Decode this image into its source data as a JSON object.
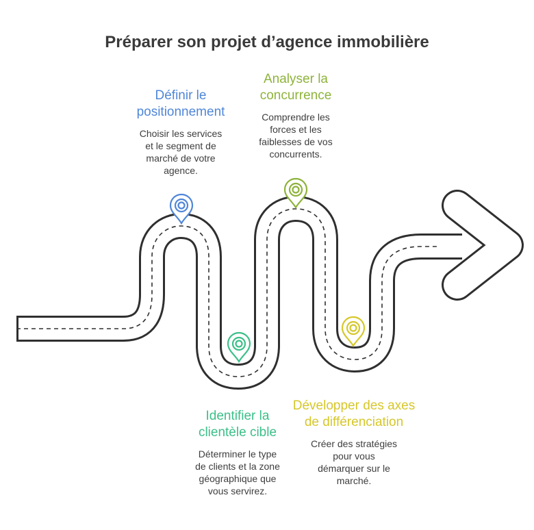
{
  "title": "Préparer son projet d’agence immobilière",
  "colors": {
    "road": "#2f2f2f",
    "step1": "#4f86d8",
    "step2": "#8db33a",
    "step3": "#3bbf88",
    "step4": "#d6c72a"
  },
  "steps": [
    {
      "heading": [
        "Définir le",
        "positionnement"
      ],
      "desc": [
        "Choisir les services",
        "et le segment de",
        "marché de votre",
        "agence."
      ],
      "icon": "location-pin-icon"
    },
    {
      "heading": [
        "Analyser la",
        "concurrence"
      ],
      "desc": [
        "Comprendre les",
        "forces et les",
        "faiblesses de vos",
        "concurrents."
      ],
      "icon": "location-pin-icon"
    },
    {
      "heading": [
        "Identifier la",
        "clientèle cible"
      ],
      "desc": [
        "Déterminer le type",
        "de clients et la zone",
        "géographique que",
        "vous servirez."
      ],
      "icon": "location-pin-icon"
    },
    {
      "heading": [
        "Développer des axes",
        "de différenciation"
      ],
      "desc": [
        "Créer des stratégies",
        "pour vous",
        "démarquer sur le",
        "marché."
      ],
      "icon": "location-pin-icon"
    }
  ]
}
